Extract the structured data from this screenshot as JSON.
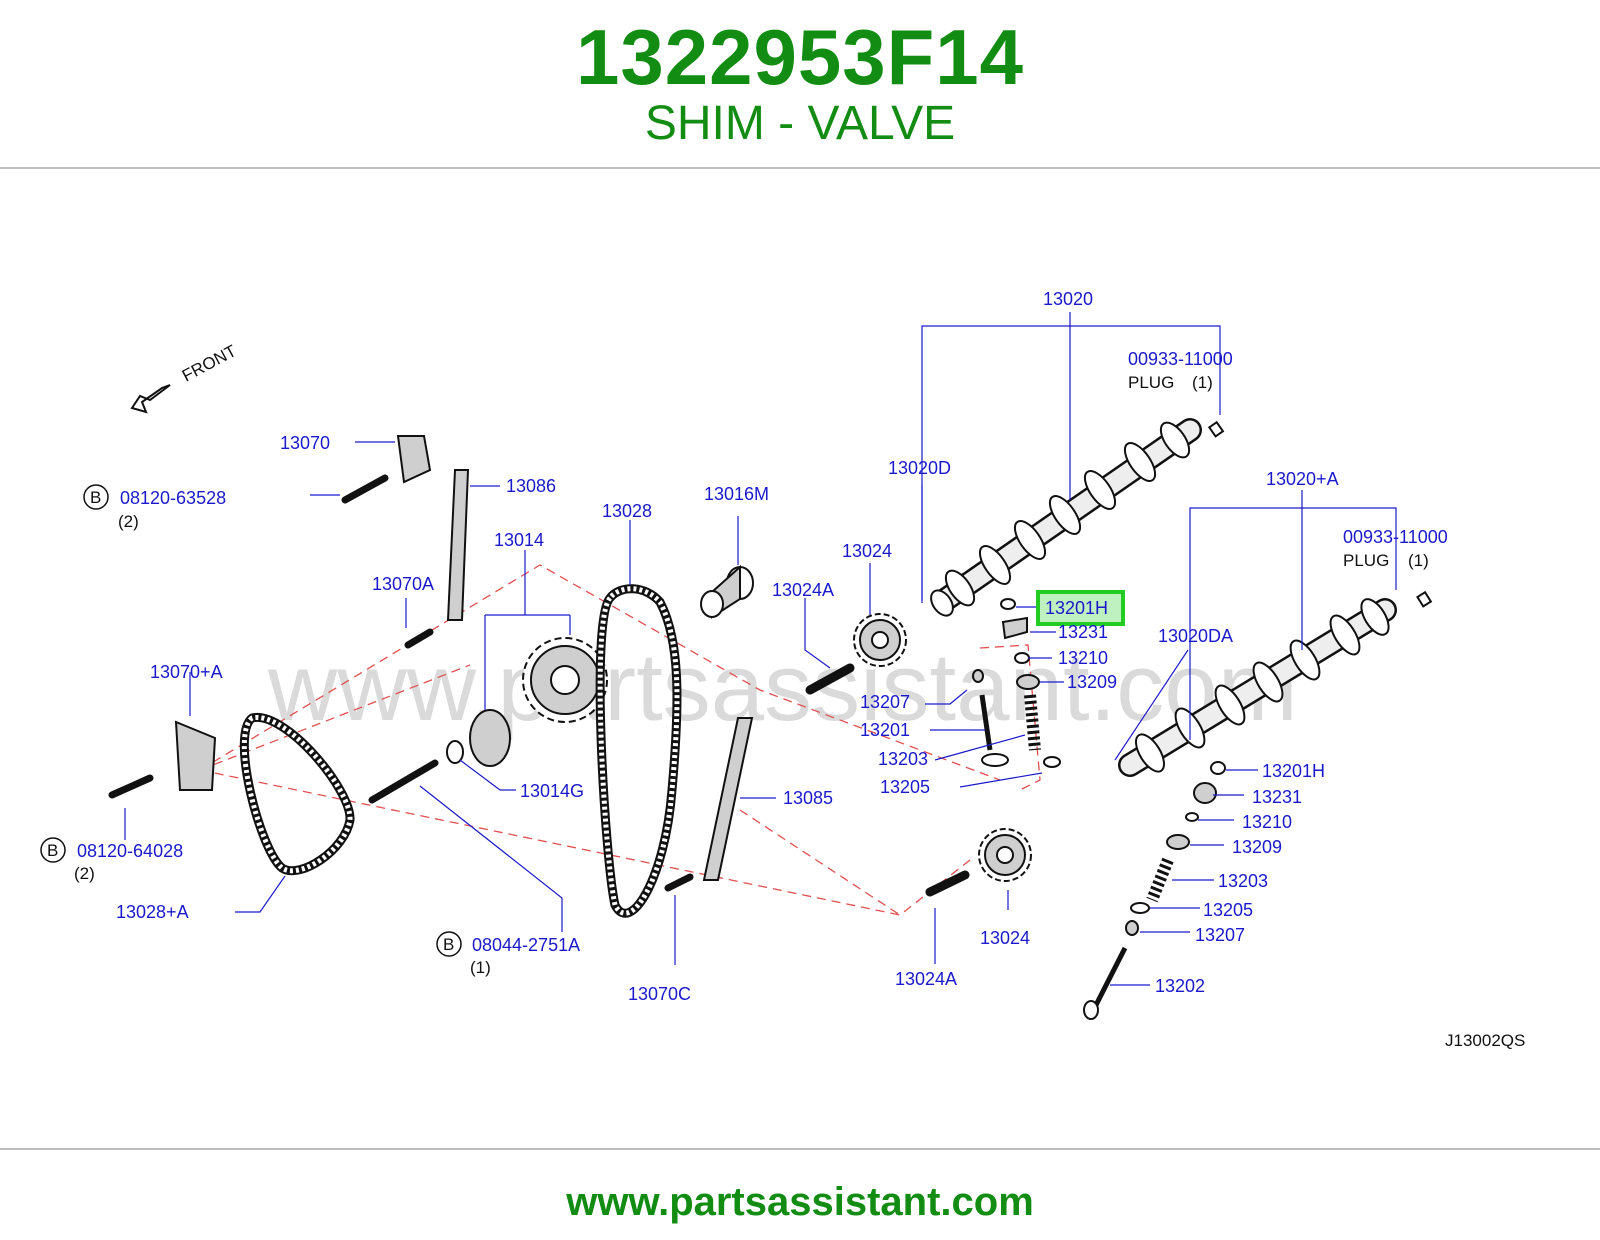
{
  "header": {
    "part_number": "1322953F14",
    "part_name": "SHIM - VALVE"
  },
  "footer": {
    "website": "www.partsassistant.com"
  },
  "watermark": "www.partsassistant.com",
  "diagram_code": "J13002QS",
  "front_label": "FRONT",
  "bolt_marker": "B",
  "highlight_color": "#22cc22",
  "labels": {
    "l13020": "13020",
    "l00933a": "00933-11000",
    "plug_a": "PLUG",
    "plug_a_qty": "(1)",
    "l13020D": "13020D",
    "l13020A": "13020+A",
    "l00933b": "00933-11000",
    "plug_b": "PLUG",
    "plug_b_qty": "(1)",
    "l13070": "13070",
    "l08120a": "08120-63528",
    "l08120a_qty": "(2)",
    "l13086": "13086",
    "l13028": "13028",
    "l13016M": "13016M",
    "l13014": "13014",
    "l13024a": "13024",
    "l13024Aa": "13024A",
    "l13070A": "13070A",
    "l13201H_hl": "13201H",
    "l13231a": "13231",
    "l13210a": "13210",
    "l13209a": "13209",
    "l13207a": "13207",
    "l13201": "13201",
    "l13203a": "13203",
    "l13205a": "13205",
    "l13020DA": "13020DA",
    "l13070pA": "13070+A",
    "l13014G": "13014G",
    "l13085": "13085",
    "l08120b": "08120-64028",
    "l08120b_qty": "(2)",
    "l13028pA": "13028+A",
    "l08044": "08044-2751A",
    "l08044_qty": "(1)",
    "l13070C": "13070C",
    "l13024Ab": "13024A",
    "l13024b": "13024",
    "l13201Hb": "13201H",
    "l13231b": "13231",
    "l13210b": "13210",
    "l13209b": "13209",
    "l13203b": "13203",
    "l13205b": "13205",
    "l13207b": "13207",
    "l13202": "13202"
  }
}
